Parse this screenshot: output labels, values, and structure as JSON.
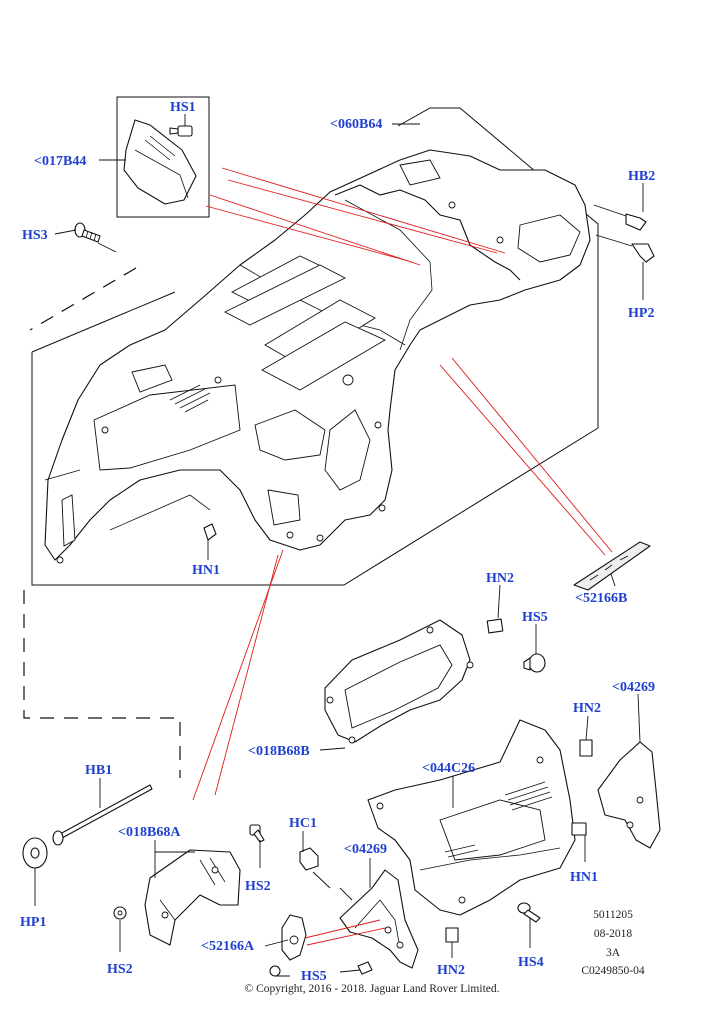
{
  "labels": {
    "hs1": "HS1",
    "b017b44": "<017B44",
    "b060b64": "<060B64",
    "hs3": "HS3",
    "hb2": "HB2",
    "hp2": "HP2",
    "hn1_top": "HN1",
    "b52166b": "<52166B",
    "hn2_a": "HN2",
    "hs5_a": "HS5",
    "b018b68b": "<018B68B",
    "b04269_a": "<04269",
    "hn2_b": "HN2",
    "b044c26": "<044C26",
    "hb1": "HB1",
    "b018b68a": "<018B68A",
    "hc1": "HC1",
    "b04269_b": "<04269",
    "hn1_b": "HN1",
    "hp1": "HP1",
    "hs2_a": "HS2",
    "hs2_b": "HS2",
    "b52166a": "<52166A",
    "hs5_b": "HS5",
    "hn2_c": "HN2",
    "hs4": "HS4"
  },
  "meta": {
    "line1": "5011205",
    "line2": "08-2018",
    "line3": "3A",
    "line4": "C0249850-04"
  },
  "copyright": "© Copyright, 2016 - 2018. Jaguar Land Rover Limited.",
  "colors": {
    "callout": "#1f3fd0",
    "leader_red": "#e01a1a",
    "line": "#111111"
  }
}
